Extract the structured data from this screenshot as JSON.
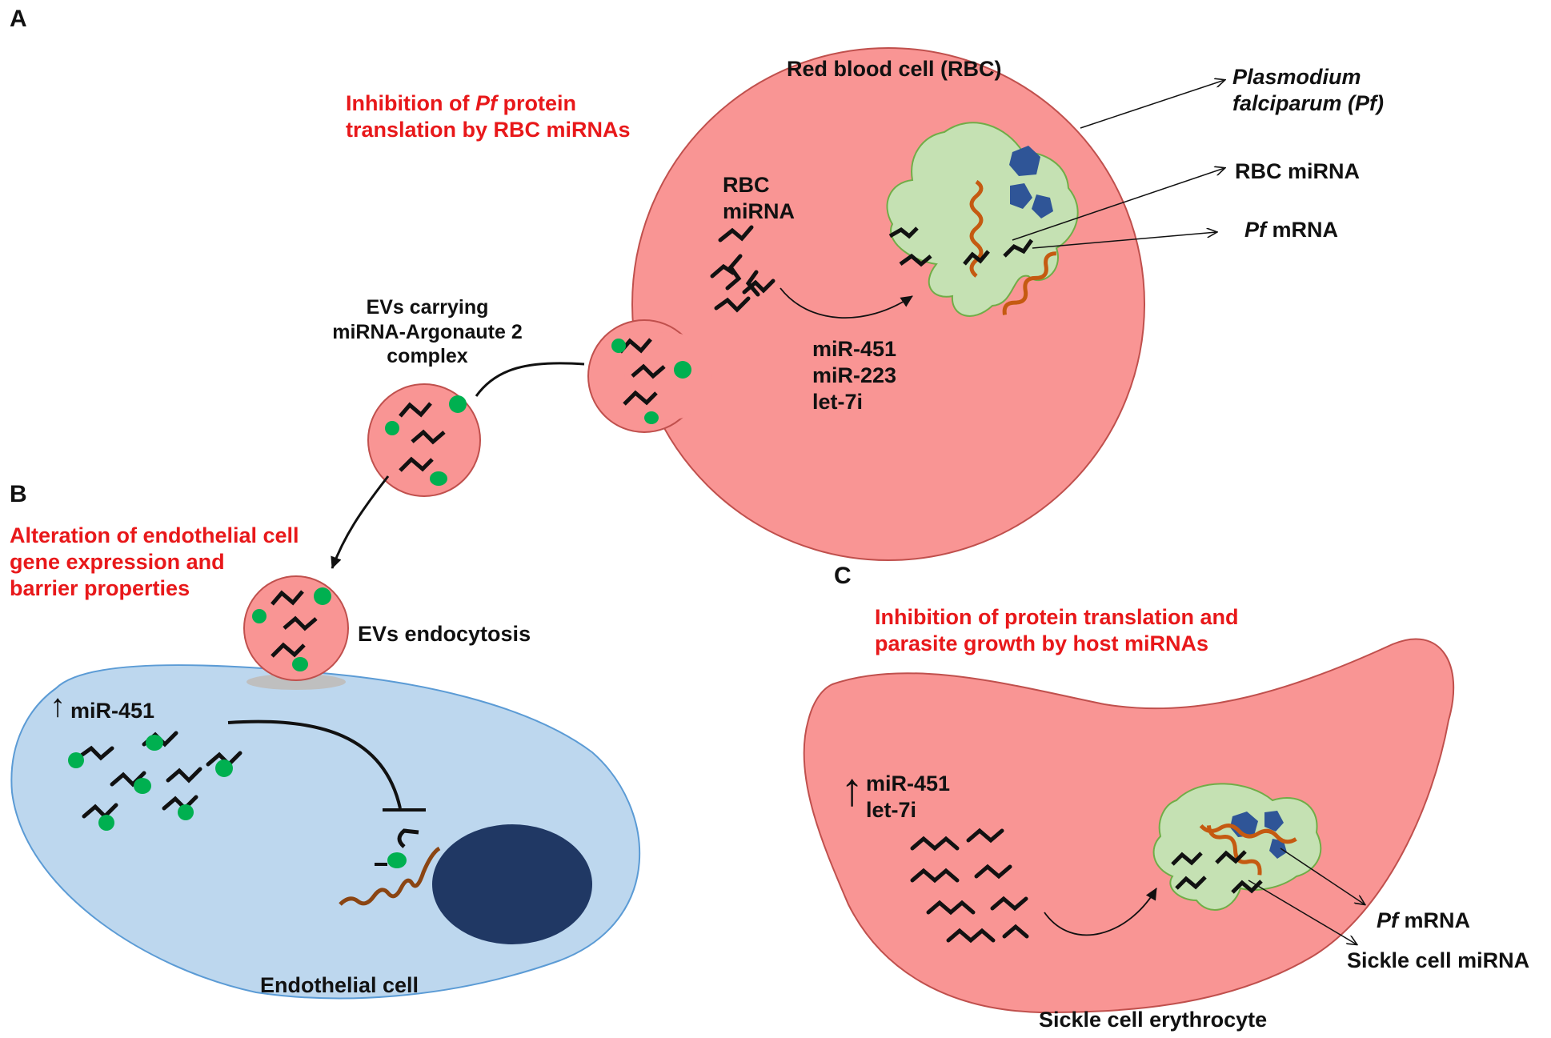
{
  "panels": {
    "a": "A",
    "b": "B",
    "c": "C"
  },
  "panel_a": {
    "title_prefix": "Inhibition of ",
    "title_pf": "Pf",
    "title_mid": " protein",
    "title_line2": "translation by RBC miRNAs",
    "rbc_label": "Red blood cell (RBC)",
    "rbc_mirna_line1": "RBC",
    "rbc_mirna_line2": "miRNA",
    "mirna_list": [
      "miR-451",
      "miR-223",
      "let-7i"
    ],
    "callout_pf_line1": "Plasmodium",
    "callout_pf_line2": "falciparum (Pf)",
    "callout_rbc_mirna": "RBC miRNA",
    "callout_pf_mrna_pf": "Pf",
    "callout_pf_mrna_rest": " mRNA",
    "evs_line1": "EVs carrying",
    "evs_line2": "miRNA-Argonaute 2",
    "evs_line3": "complex"
  },
  "panel_b": {
    "title_line1": "Alteration of endothelial cell",
    "title_line2": "gene expression and",
    "title_line3": "barrier properties",
    "evs_endocytosis": "EVs endocytosis",
    "up_mirna": "miR-451",
    "cell_label": "Endothelial cell"
  },
  "panel_c": {
    "title_line1": "Inhibition of protein translation and",
    "title_line2": "parasite growth by host miRNAs",
    "up_mirna_1": "miR-451",
    "up_mirna_2": "let-7i",
    "callout_pf_mrna_pf": "Pf",
    "callout_pf_mrna_rest": " mRNA",
    "callout_sickle_mirna": "Sickle cell miRNA",
    "cell_label": "Sickle cell erythrocyte"
  },
  "colors": {
    "cell_red": "#f99594",
    "cell_red_stroke": "#c0504d",
    "parasite_green": "#c5e1b3",
    "parasite_stroke": "#70ad47",
    "vacuole_blue": "#2f5597",
    "endothelial_blue": "#bdd7ee",
    "endothelial_stroke": "#5b9bd5",
    "nucleus": "#203864",
    "mrna_orange": "#c55a11",
    "argonaute_green": "#00b050",
    "title_red": "#e8181a"
  }
}
